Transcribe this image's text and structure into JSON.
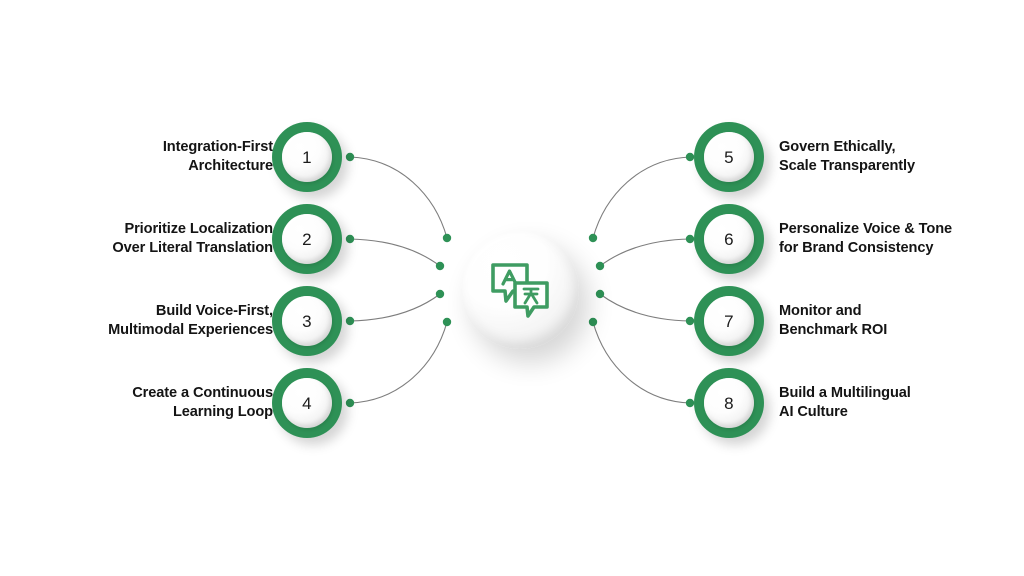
{
  "diagram": {
    "type": "radial-list-infographic",
    "center": {
      "icon": "translation-speech-bubbles-icon",
      "icon_glyph_primary": "A",
      "icon_glyph_secondary": "文"
    },
    "accent_color": "#2e9156",
    "text_color": "#141414",
    "connector_color": "#7d7d7d",
    "background_color": "#ffffff",
    "items": [
      {
        "number": "1",
        "label": "Integration-First\nArchitecture",
        "side": "left"
      },
      {
        "number": "2",
        "label": "Prioritize Localization\nOver Literal Translation",
        "side": "left"
      },
      {
        "number": "3",
        "label": "Build Voice-First,\nMultimodal Experiences",
        "side": "left"
      },
      {
        "number": "4",
        "label": "Create a Continuous\nLearning Loop",
        "side": "left"
      },
      {
        "number": "5",
        "label": "Govern Ethically,\nScale Transparently",
        "side": "right"
      },
      {
        "number": "6",
        "label": "Personalize Voice & Tone\nfor Brand Consistency",
        "side": "right"
      },
      {
        "number": "7",
        "label": "Monitor and\nBenchmark ROI",
        "side": "right"
      },
      {
        "number": "8",
        "label": "Build a Multilingual\nAI Culture",
        "side": "right"
      }
    ]
  }
}
